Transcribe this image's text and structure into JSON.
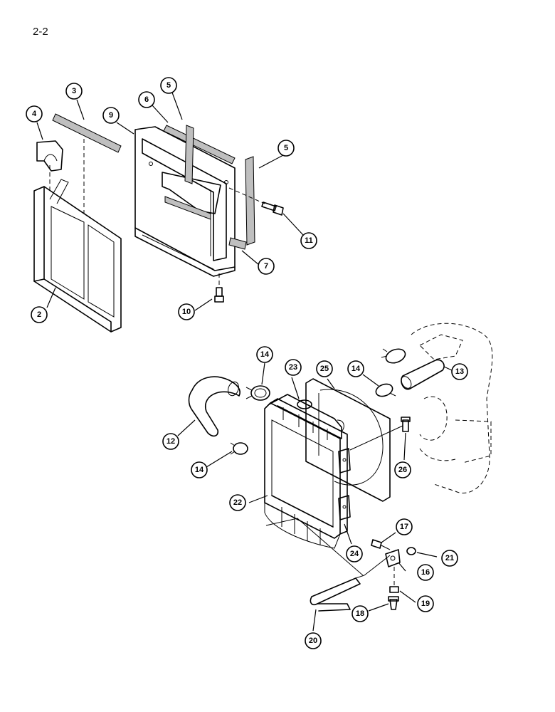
{
  "page": {
    "number": "2-2"
  },
  "callouts": [
    {
      "id": "c2",
      "label": "2"
    },
    {
      "id": "c3",
      "label": "3"
    },
    {
      "id": "c4",
      "label": "4"
    },
    {
      "id": "c5a",
      "label": "5"
    },
    {
      "id": "c5b",
      "label": "5"
    },
    {
      "id": "c6",
      "label": "6"
    },
    {
      "id": "c7",
      "label": "7"
    },
    {
      "id": "c9",
      "label": "9"
    },
    {
      "id": "c10",
      "label": "10"
    },
    {
      "id": "c11",
      "label": "11"
    },
    {
      "id": "c12",
      "label": "12"
    },
    {
      "id": "c13",
      "label": "13"
    },
    {
      "id": "c14a",
      "label": "14"
    },
    {
      "id": "c14b",
      "label": "14"
    },
    {
      "id": "c14c",
      "label": "14"
    },
    {
      "id": "c16",
      "label": "16"
    },
    {
      "id": "c17",
      "label": "17"
    },
    {
      "id": "c18",
      "label": "18"
    },
    {
      "id": "c19",
      "label": "19"
    },
    {
      "id": "c20",
      "label": "20"
    },
    {
      "id": "c21",
      "label": "21"
    },
    {
      "id": "c22",
      "label": "22"
    },
    {
      "id": "c23",
      "label": "23"
    },
    {
      "id": "c24",
      "label": "24"
    },
    {
      "id": "c25",
      "label": "25"
    },
    {
      "id": "c26",
      "label": "26"
    }
  ]
}
